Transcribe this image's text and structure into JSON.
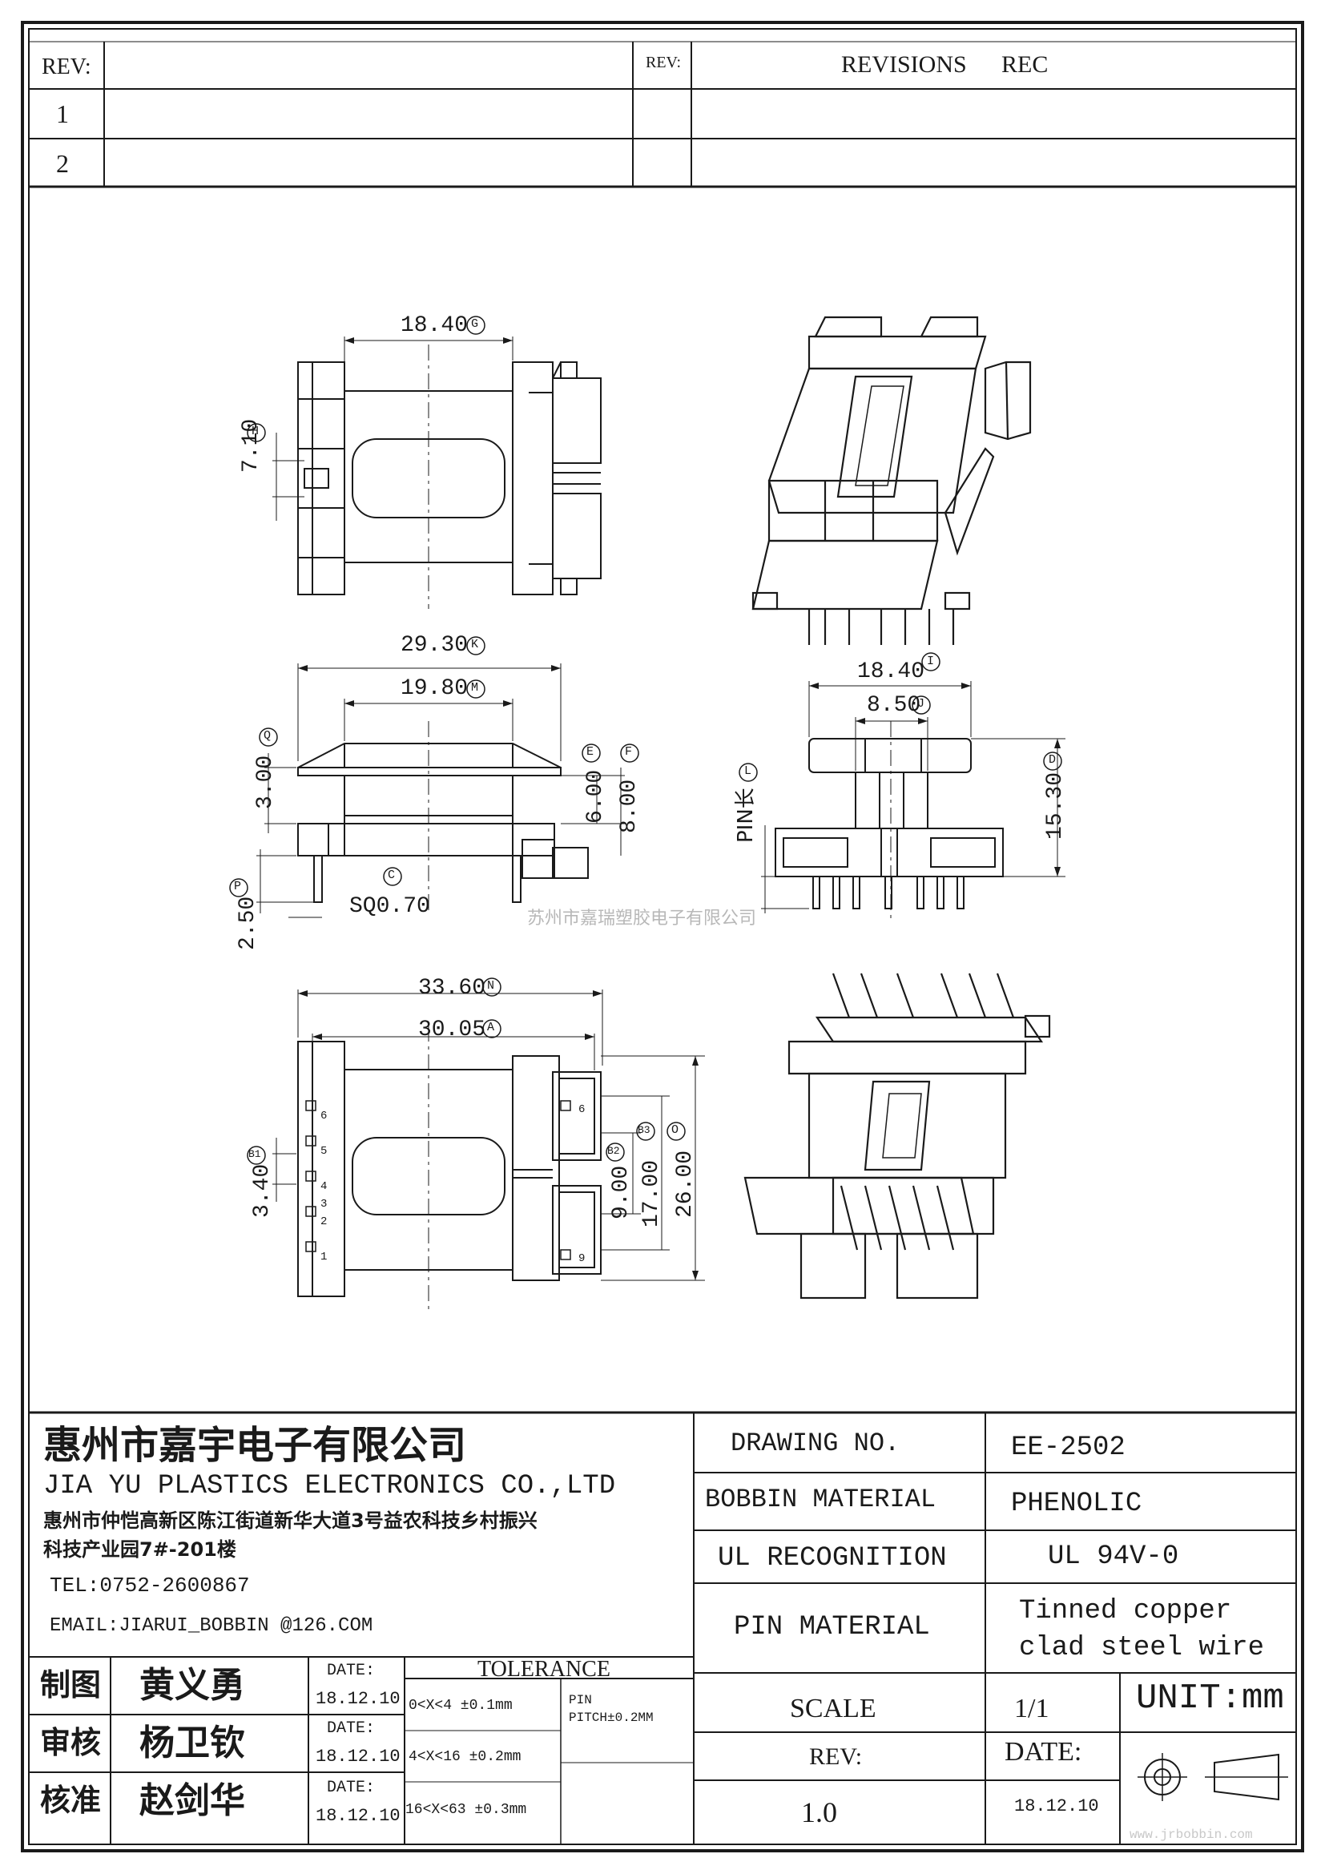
{
  "revision_table": {
    "rev_header": "REV:",
    "rev_header_2": "REV:",
    "revisions_header": "REVISIONS",
    "rec_header": "REC",
    "rows": [
      "1",
      "2"
    ]
  },
  "dimensions": {
    "top_view_width": "18.40",
    "top_view_width_tag": "G",
    "top_view_slot": "7.10",
    "top_view_slot_tag": "H",
    "front_overall": "29.30",
    "front_overall_tag": "K",
    "front_flange": "19.80",
    "front_flange_tag": "M",
    "front_left_height": "3.00",
    "front_left_height_tag": "Q",
    "front_h1": "6.00",
    "front_h1_tag": "E",
    "front_h2": "8.00",
    "front_h2_tag": "F",
    "pin_square": "SQ0.70",
    "pin_square_tag": "C",
    "pin_stub": "2.50",
    "pin_stub_tag": "P",
    "side_width": "18.40",
    "side_width_tag": "I",
    "side_core": "8.50",
    "side_core_tag": "J",
    "side_pin_label": "PIN长",
    "side_pin_tag": "L",
    "side_height": "15.30",
    "side_height_tag": "D",
    "bottom_overall": "33.60",
    "bottom_overall_tag": "N",
    "bottom_inner": "30.05",
    "bottom_inner_tag": "A",
    "bottom_pitch": "3.40",
    "bottom_pitch_tag": "B1",
    "bottom_gap": "9.00",
    "bottom_gap_tag": "B2",
    "bottom_span": "17.00",
    "bottom_span_tag": "B3",
    "bottom_total": "26.00",
    "bottom_total_tag": "O"
  },
  "pins": {
    "left": [
      "6",
      "5",
      "4",
      "3",
      "2",
      "1"
    ],
    "right_top": "6",
    "right_bottom": "9"
  },
  "watermark": "苏州市嘉瑞塑胶电子有限公司",
  "title_block": {
    "company_cn": "惠州市嘉宇电子有限公司",
    "company_en": "JIA YU PLASTICS ELECTRONICS CO.,LTD",
    "address_line1": "惠州市仲恺高新区陈江街道新华大道3号益农科技乡村振兴",
    "address_line2": "科技产业园7#-201楼",
    "tel": "TEL:0752-2600867",
    "email": "EMAIL:JIARUI_BOBBIN @126.COM",
    "roles": [
      {
        "role": "制图",
        "name": "黄义勇",
        "date_label": "DATE:",
        "date": "18.12.10"
      },
      {
        "role": "审核",
        "name": "杨卫钦",
        "date_label": "DATE:",
        "date": "18.12.10"
      },
      {
        "role": "核准",
        "name": "赵剑华",
        "date_label": "DATE:",
        "date": "18.12.10"
      }
    ],
    "tolerance_header": "TOLERANCE",
    "tolerances": [
      "0<X<4  ±0.1mm",
      "4<X<16 ±0.2mm",
      "16<X<63 ±0.3mm"
    ],
    "pin_pitch_line1": "PIN",
    "pin_pitch_line2": "PITCH±0.2MM",
    "drawing_no_label": "DRAWING   NO.",
    "drawing_no": "EE-2502",
    "bobbin_material_label": "BOBBIN   MATERIAL",
    "bobbin_material": "PHENOLIC",
    "ul_label": "UL RECOGNITION",
    "ul_value": "UL 94V-0",
    "pin_material_label": "PIN MATERIAL",
    "pin_material_line1": "Tinned copper",
    "pin_material_line2": "clad steel wire",
    "scale_label": "SCALE",
    "scale_value": "1/1",
    "unit": "UNIT:mm",
    "rev_label": "REV:",
    "rev_value": "1.0",
    "date_label": "DATE:",
    "date_value": "18.12.10",
    "website": "www.jrbobbin.com"
  }
}
